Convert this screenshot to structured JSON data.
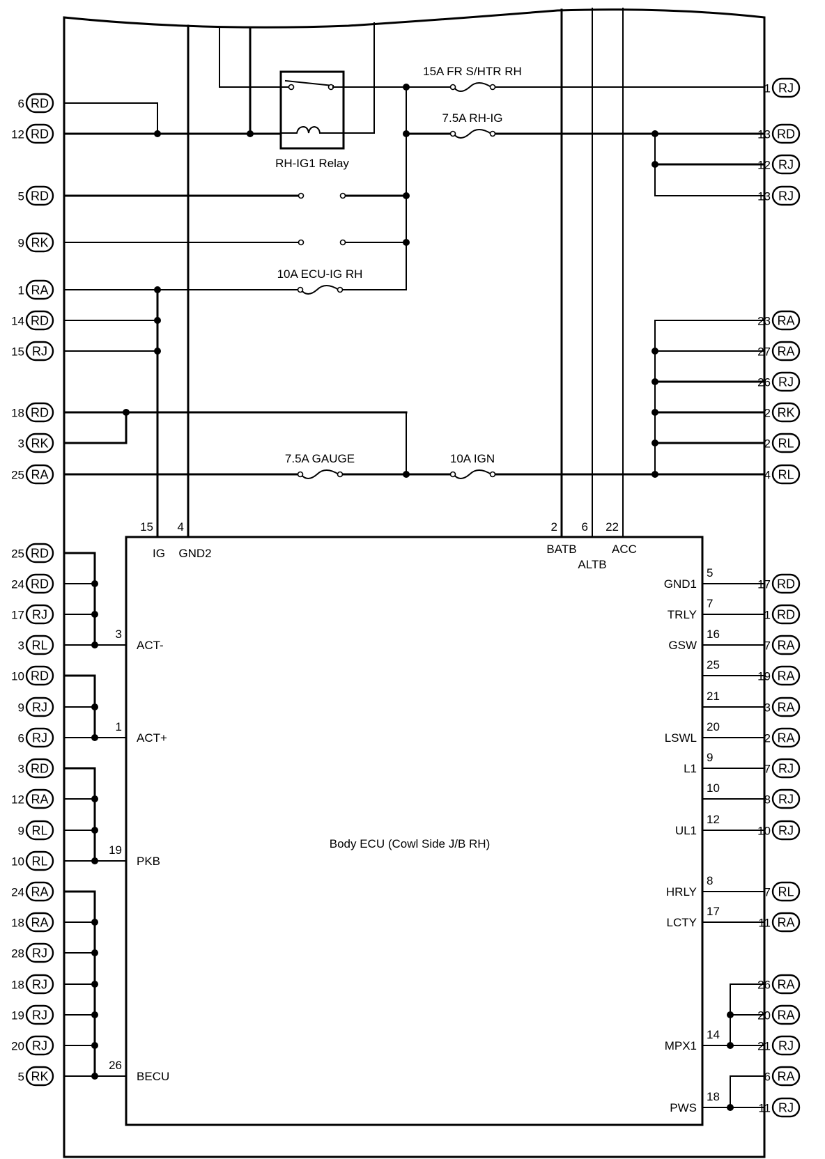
{
  "diagram": {
    "title": "Body ECU (Cowl Side J/B RH)",
    "relay": {
      "label": "RH-IG1 Relay"
    },
    "fuses": [
      {
        "id": "fr-shtr",
        "label": "15A FR S/HTR RH"
      },
      {
        "id": "rh-ig",
        "label": "7.5A RH-IG"
      },
      {
        "id": "ecu-ig",
        "label": "10A ECU-IG RH"
      },
      {
        "id": "gauge",
        "label": "7.5A GAUGE"
      },
      {
        "id": "ign",
        "label": "10A IGN"
      }
    ],
    "left_connectors_top": [
      {
        "pin": "6",
        "conn": "RD"
      },
      {
        "pin": "12",
        "conn": "RD"
      },
      {
        "pin": "5",
        "conn": "RD"
      },
      {
        "pin": "9",
        "conn": "RK"
      },
      {
        "pin": "1",
        "conn": "RA"
      },
      {
        "pin": "14",
        "conn": "RD"
      },
      {
        "pin": "15",
        "conn": "RJ"
      },
      {
        "pin": "18",
        "conn": "RD"
      },
      {
        "pin": "3",
        "conn": "RK"
      },
      {
        "pin": "25",
        "conn": "RA"
      }
    ],
    "right_connectors_top": [
      {
        "pin": "1",
        "conn": "RJ"
      },
      {
        "pin": "13",
        "conn": "RD"
      },
      {
        "pin": "12",
        "conn": "RJ"
      },
      {
        "pin": "13",
        "conn": "RJ"
      },
      {
        "pin": "23",
        "conn": "RA"
      },
      {
        "pin": "27",
        "conn": "RA"
      },
      {
        "pin": "26",
        "conn": "RJ"
      },
      {
        "pin": "2",
        "conn": "RK"
      },
      {
        "pin": "2",
        "conn": "RL"
      },
      {
        "pin": "4",
        "conn": "RL"
      }
    ],
    "ecu_top_pins": [
      {
        "num": "15",
        "name": "IG"
      },
      {
        "num": "4",
        "name": "GND2"
      },
      {
        "num": "2",
        "name": "BATB"
      },
      {
        "num": "6",
        "name": "ALTB"
      },
      {
        "num": "22",
        "name": "ACC"
      }
    ],
    "ecu_left_pins": [
      {
        "num": "3",
        "name": "ACT-"
      },
      {
        "num": "1",
        "name": "ACT+"
      },
      {
        "num": "19",
        "name": "PKB"
      },
      {
        "num": "26",
        "name": "BECU"
      }
    ],
    "left_connectors_bottom": [
      {
        "pin": "25",
        "conn": "RD"
      },
      {
        "pin": "24",
        "conn": "RD"
      },
      {
        "pin": "17",
        "conn": "RJ"
      },
      {
        "pin": "3",
        "conn": "RL"
      },
      {
        "pin": "10",
        "conn": "RD"
      },
      {
        "pin": "9",
        "conn": "RJ"
      },
      {
        "pin": "6",
        "conn": "RJ"
      },
      {
        "pin": "3",
        "conn": "RD"
      },
      {
        "pin": "12",
        "conn": "RA"
      },
      {
        "pin": "9",
        "conn": "RL"
      },
      {
        "pin": "10",
        "conn": "RL"
      },
      {
        "pin": "24",
        "conn": "RA"
      },
      {
        "pin": "18",
        "conn": "RA"
      },
      {
        "pin": "28",
        "conn": "RJ"
      },
      {
        "pin": "18",
        "conn": "RJ"
      },
      {
        "pin": "19",
        "conn": "RJ"
      },
      {
        "pin": "20",
        "conn": "RJ"
      },
      {
        "pin": "5",
        "conn": "RK"
      }
    ],
    "ecu_right_pins": [
      {
        "num": "5",
        "name": "GND1"
      },
      {
        "num": "7",
        "name": "TRLY"
      },
      {
        "num": "16",
        "name": "GSW"
      },
      {
        "num": "25",
        "name": ""
      },
      {
        "num": "21",
        "name": ""
      },
      {
        "num": "20",
        "name": "LSWL"
      },
      {
        "num": "9",
        "name": "L1"
      },
      {
        "num": "10",
        "name": ""
      },
      {
        "num": "12",
        "name": "UL1"
      },
      {
        "num": "8",
        "name": "HRLY"
      },
      {
        "num": "17",
        "name": "LCTY"
      },
      {
        "num": "14",
        "name": "MPX1"
      },
      {
        "num": "18",
        "name": "PWS"
      }
    ],
    "right_connectors_bottom": [
      {
        "pin": "17",
        "conn": "RD"
      },
      {
        "pin": "1",
        "conn": "RD"
      },
      {
        "pin": "7",
        "conn": "RA"
      },
      {
        "pin": "19",
        "conn": "RA"
      },
      {
        "pin": "3",
        "conn": "RA"
      },
      {
        "pin": "2",
        "conn": "RA"
      },
      {
        "pin": "7",
        "conn": "RJ"
      },
      {
        "pin": "8",
        "conn": "RJ"
      },
      {
        "pin": "10",
        "conn": "RJ"
      },
      {
        "pin": "7",
        "conn": "RL"
      },
      {
        "pin": "11",
        "conn": "RA"
      },
      {
        "pin": "26",
        "conn": "RA"
      },
      {
        "pin": "20",
        "conn": "RA"
      },
      {
        "pin": "21",
        "conn": "RJ"
      },
      {
        "pin": "6",
        "conn": "RA"
      },
      {
        "pin": "11",
        "conn": "RJ"
      }
    ]
  }
}
